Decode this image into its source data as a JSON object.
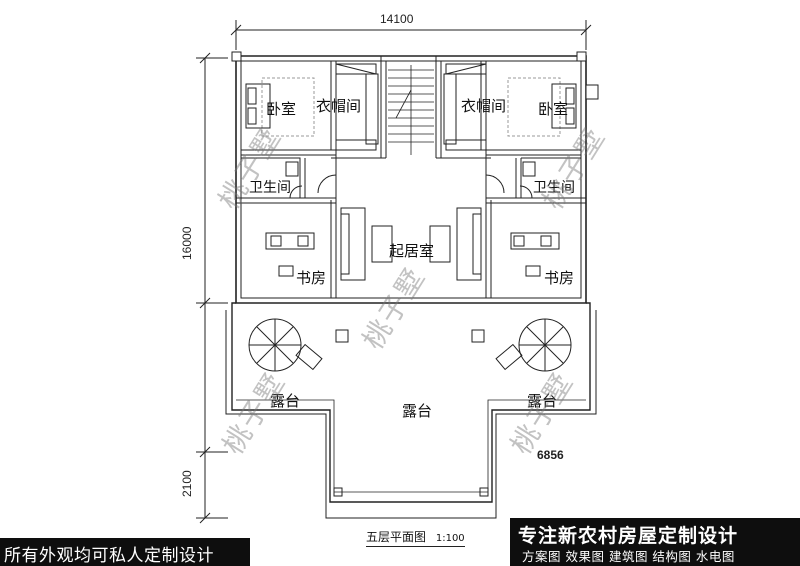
{
  "dimensions": {
    "top": "14100",
    "left_main": "16000",
    "left_lower": "2100",
    "terrace_width": "6856"
  },
  "rooms": {
    "bedroom_left": "卧室",
    "bedroom_right": "卧室",
    "closet_left": "衣帽间",
    "closet_right": "衣帽间",
    "bath_left": "卫生间",
    "bath_right": "卫生间",
    "living": "起居室",
    "study_left": "书房",
    "study_right": "书房",
    "terrace_left": "露台",
    "terrace_center": "露台",
    "terrace_right": "露台"
  },
  "plan_title": "五层平面图",
  "plan_scale": "1:100",
  "watermark": "桃子墅",
  "banner_right": {
    "headline": "专注新农村房屋定制设计",
    "services": "方案图  效果图  建筑图  结构图  水电图"
  },
  "banner_left": "所有外观均可私人定制设计"
}
